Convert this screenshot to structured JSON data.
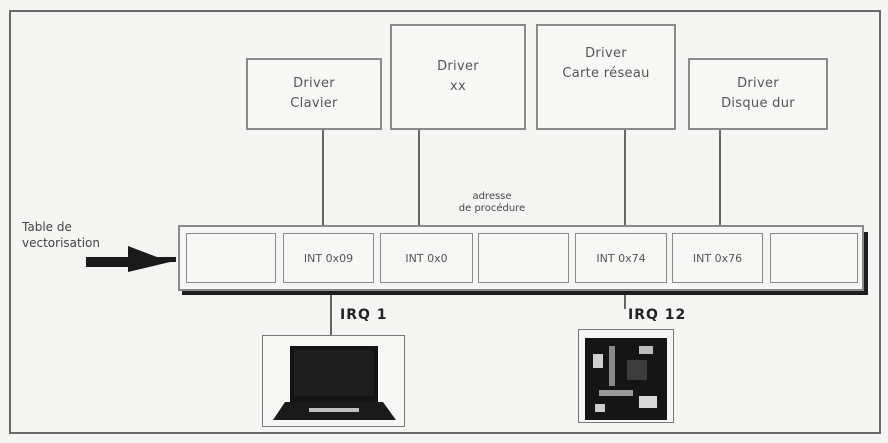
{
  "drivers": [
    {
      "line1": "Driver",
      "line2": "Clavier"
    },
    {
      "line1": "Driver",
      "line2": "xx"
    },
    {
      "line1": "Driver",
      "line2": "Carte réseau"
    },
    {
      "line1": "Driver",
      "line2": "Disque dur"
    }
  ],
  "table": {
    "label_line1": "Table de",
    "label_line2": "vectorisation",
    "wire_label_line1": "adresse",
    "wire_label_line2": "de procédure",
    "cells": [
      "",
      "INT 0x09",
      "INT 0x0",
      "",
      "INT 0x74",
      "INT 0x76",
      ""
    ]
  },
  "irqs": [
    {
      "label": "IRQ 1"
    },
    {
      "label": "IRQ 12"
    }
  ]
}
